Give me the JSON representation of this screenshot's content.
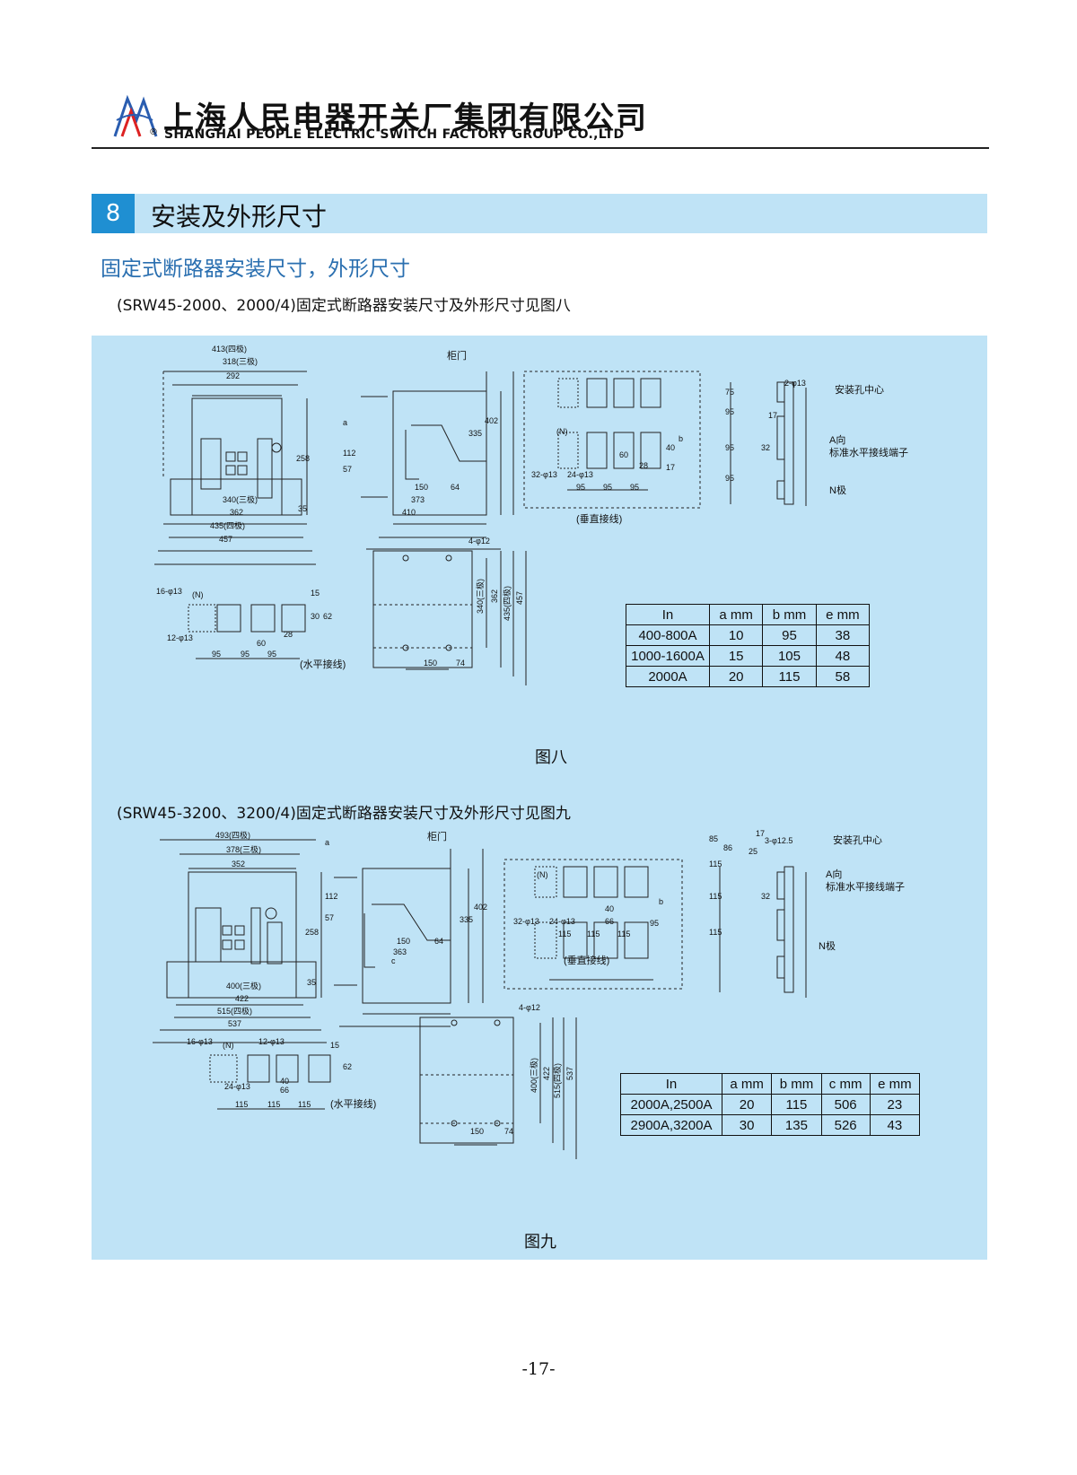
{
  "header": {
    "company_cn": "上海人民电器开关厂集团有限公司",
    "company_en": "SHANGHAI PEOPLE ELECTRIC SWITCH FACTORY GROUP CO.,LTD",
    "logo_registered": "®"
  },
  "section": {
    "number": "8",
    "title": "安装及外形尺寸",
    "subheading": "固定式断路器安装尺寸，外形尺寸"
  },
  "figure8": {
    "intro": "(SRW45-2000、2000/4)固定式断路器安装尺寸及外形尺寸见图八",
    "caption": "图八",
    "labels": {
      "door": "柜门",
      "vertical": "(垂直接线)",
      "horizontal": "(水平接线)",
      "mount_center": "安装孔中心",
      "a_dir": "A向",
      "std_terminal": "标准水平接线端子",
      "n_pole": "N极",
      "n": "(N)"
    },
    "dims": {
      "d413": "413(四极)",
      "d318": "318(三极)",
      "d292": "292",
      "d258": "258",
      "d340": "340(三极)",
      "d362": "362",
      "d435": "435(四极)",
      "d457": "457",
      "d35": "35",
      "d335": "335",
      "d402": "402",
      "d150": "150",
      "d64": "64",
      "d373": "373",
      "d410": "410",
      "d112": "112",
      "d57": "57",
      "a": "a",
      "b": "b",
      "d95": "95",
      "d60": "60",
      "d28": "28",
      "d17": "17",
      "d40": "40",
      "h32x13": "32-φ13",
      "h24x13": "24-φ13",
      "h16x13": "16-φ13",
      "h12x13": "12-φ13",
      "h4x12": "4-φ12",
      "h2x13": "2-φ13",
      "d15": "15",
      "d30": "30",
      "d62": "62",
      "d74": "74",
      "d75": "75",
      "d32": "32",
      "d340v": "340(三极)",
      "d435v": "435(四极)"
    },
    "table": {
      "headers": [
        "In",
        "a mm",
        "b mm",
        "e mm"
      ],
      "rows": [
        [
          "400-800A",
          "10",
          "95",
          "38"
        ],
        [
          "1000-1600A",
          "15",
          "105",
          "48"
        ],
        [
          "2000A",
          "20",
          "115",
          "58"
        ]
      ]
    }
  },
  "figure9": {
    "intro": "(SRW45-3200、3200/4)固定式断路器安装尺寸及外形尺寸见图九",
    "caption": "图九",
    "labels": {
      "door": "柜门",
      "vertical": "(垂直接线)",
      "horizontal": "(水平接线)",
      "mount_center": "安装孔中心",
      "a_dir": "A向",
      "std_terminal": "标准水平接线端子",
      "n_pole": "N极",
      "n": "(N)"
    },
    "dims": {
      "d493": "493(四极)",
      "d378": "378(三极)",
      "d352": "352",
      "d258": "258",
      "d400": "400(三极)",
      "d422": "422",
      "d515": "515(四极)",
      "d537": "537",
      "d35": "35",
      "d335": "335",
      "d402": "402",
      "d150": "150",
      "d64": "64",
      "d363": "363",
      "c": "c",
      "d112": "112",
      "d57": "57",
      "a": "a",
      "b": "b",
      "d115": "115",
      "d66": "66",
      "d40": "40",
      "d15": "15",
      "d95": "95",
      "d62": "62",
      "d74": "74",
      "d85": "85",
      "d86": "86",
      "d25": "25",
      "d17": "17",
      "d32": "32",
      "h32x13": "32-φ13",
      "h24x13": "24-φ13",
      "h16x13": "16-φ13",
      "h12x13": "12-φ13",
      "h4x12": "4-φ12",
      "h3x125": "3-φ12.5",
      "d400v": "400(三极)",
      "d515v": "515(四极)"
    },
    "table": {
      "headers": [
        "In",
        "a mm",
        "b mm",
        "c mm",
        "e mm"
      ],
      "rows": [
        [
          "2000A,2500A",
          "20",
          "115",
          "506",
          "23"
        ],
        [
          "2900A,3200A",
          "30",
          "135",
          "526",
          "43"
        ]
      ]
    }
  },
  "footer": {
    "page_number": "-17-"
  }
}
